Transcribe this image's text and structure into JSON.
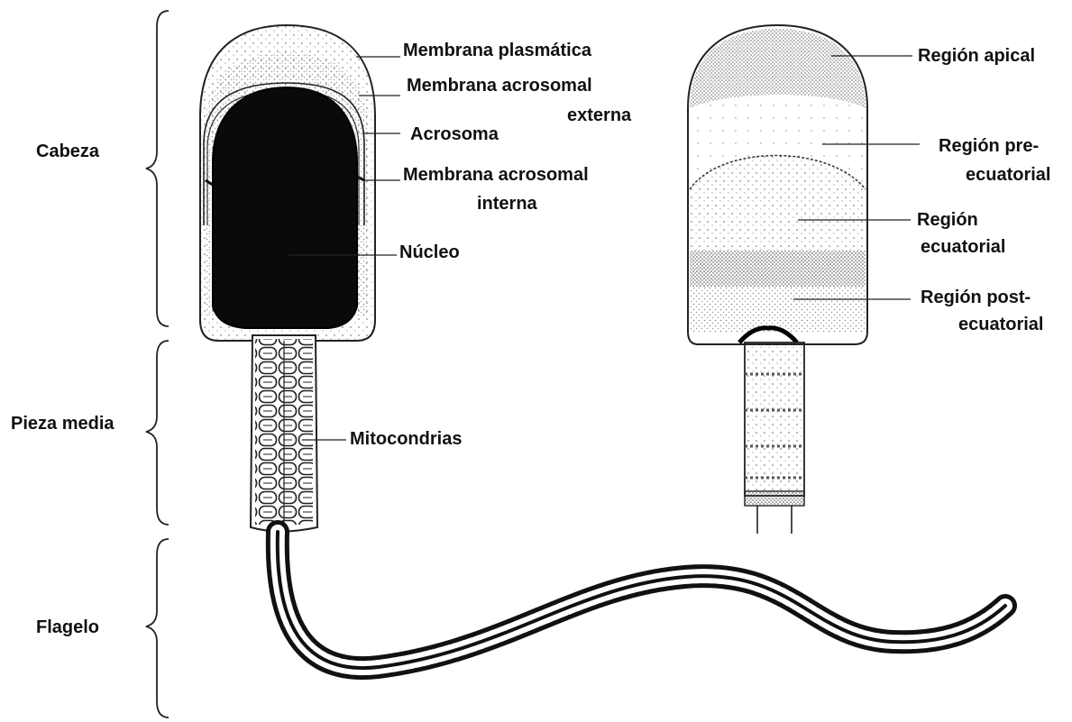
{
  "sections": {
    "cabeza": "Cabeza",
    "pieza_media": "Pieza media",
    "flagelo": "Flagelo"
  },
  "left_labels": {
    "membrana_plasmatica": "Membrana plasmática",
    "membrana_acrosomal_externa_1": "Membrana acrosomal",
    "membrana_acrosomal_externa_2": "externa",
    "acrosoma": "Acrosoma",
    "membrana_acrosomal_interna_1": "Membrana acrosomal",
    "membrana_acrosomal_interna_2": "interna",
    "nucleo": "Núcleo",
    "mitocondrias": "Mitocondrias"
  },
  "right_labels": {
    "region_apical": "Región apical",
    "region_pre_1": "Región pre-",
    "region_pre_2": "ecuatorial",
    "region_ecuatorial_1": "Región",
    "region_ecuatorial_2": "ecuatorial",
    "region_post_1": "Región post-",
    "region_post_2": "ecuatorial"
  },
  "colors": {
    "ink": "#111111",
    "nucleus": "#0a0a0a",
    "stipple": "#555555"
  }
}
